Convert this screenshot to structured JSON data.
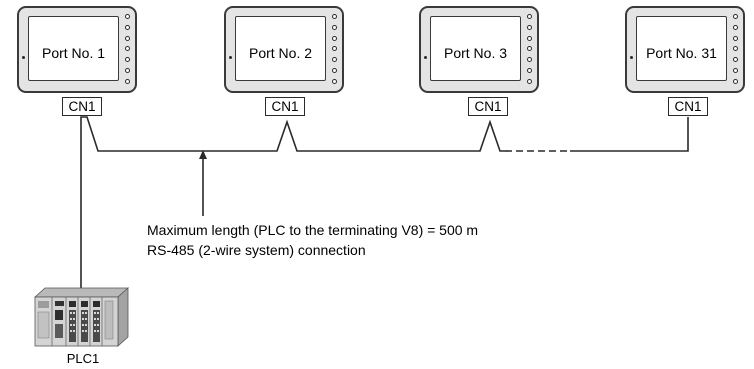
{
  "panels": [
    {
      "label": "Port No. 1",
      "connector": "CN1"
    },
    {
      "label": "Port No. 2",
      "connector": "CN1"
    },
    {
      "label": "Port No. 3",
      "connector": "CN1"
    },
    {
      "label": "Port No. 31",
      "connector": "CN1"
    }
  ],
  "notes": {
    "max_length": "Maximum length (PLC to the terminating V8) = 500 m",
    "connection_type": "RS-485 (2-wire system) connection"
  },
  "plc": {
    "label": "PLC1"
  }
}
